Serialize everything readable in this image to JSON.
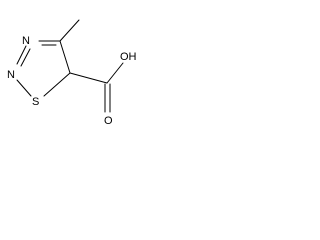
{
  "molecule": {
    "atoms": {
      "n3": "N",
      "n2": "N",
      "s1": "S",
      "o_hydroxyl": "OH",
      "o_carbonyl": "O"
    }
  }
}
